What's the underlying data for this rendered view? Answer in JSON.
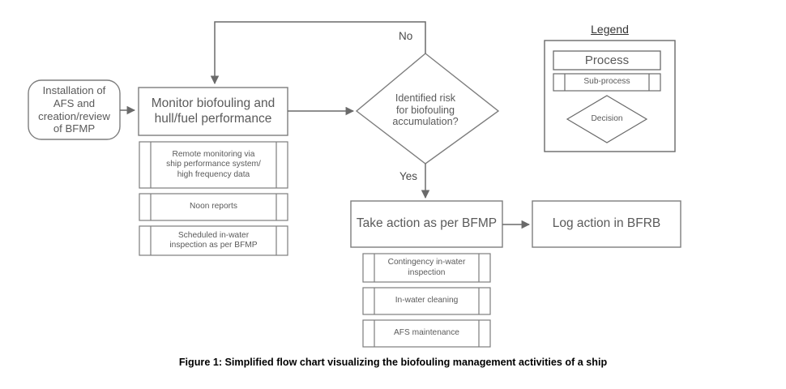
{
  "figure": {
    "caption": "Figure 1: Simplified flow chart visualizing the biofouling management activities of a ship"
  },
  "colors": {
    "stroke": "#7d7d7d",
    "stroke_dark": "#6a6a6a",
    "text": "#5a5a5a",
    "caption_text": "#000000",
    "background": "#ffffff"
  },
  "flow": {
    "start": {
      "shape": "rounded-rectangle",
      "label": "Installation of AFS and creation/review of BFMP",
      "lines": [
        "Installation of",
        "AFS and",
        "creation/review",
        "of BFMP"
      ]
    },
    "monitor": {
      "shape": "process",
      "label": "Monitor biofouling and hull/fuel performance",
      "lines": [
        "Monitor biofouling and",
        "hull/fuel performance"
      ]
    },
    "monitor_subprocesses": [
      {
        "label": "Remote monitoring via ship performance system/ high frequency data",
        "lines": [
          "Remote monitoring via",
          "ship performance system/",
          "high frequency data"
        ]
      },
      {
        "label": "Noon reports",
        "lines": [
          "Noon reports"
        ]
      },
      {
        "label": "Scheduled in-water inspection as per BFMP",
        "lines": [
          "Scheduled in-water",
          "inspection as per BFMP"
        ]
      }
    ],
    "decision": {
      "shape": "decision",
      "label": "Identified risk for biofouling accumulation?",
      "lines": [
        "Identified risk",
        "for biofouling",
        "accumulation?"
      ]
    },
    "branch_no": "No",
    "branch_yes": "Yes",
    "take_action": {
      "shape": "process",
      "label": "Take action as per BFMP"
    },
    "take_action_subprocesses": [
      {
        "label": "Contingency in-water inspection",
        "lines": [
          "Contingency in-water",
          "inspection"
        ]
      },
      {
        "label": "In-water cleaning",
        "lines": [
          "In-water cleaning"
        ]
      },
      {
        "label": "AFS maintenance",
        "lines": [
          "AFS maintenance"
        ]
      }
    ],
    "log_action": {
      "shape": "process",
      "label": "Log action in BFRB"
    }
  },
  "legend": {
    "title": "Legend",
    "items": [
      {
        "key": "process",
        "label": "Process"
      },
      {
        "key": "sub-process",
        "label": "Sub-process"
      },
      {
        "key": "decision",
        "label": "Decision"
      }
    ]
  }
}
